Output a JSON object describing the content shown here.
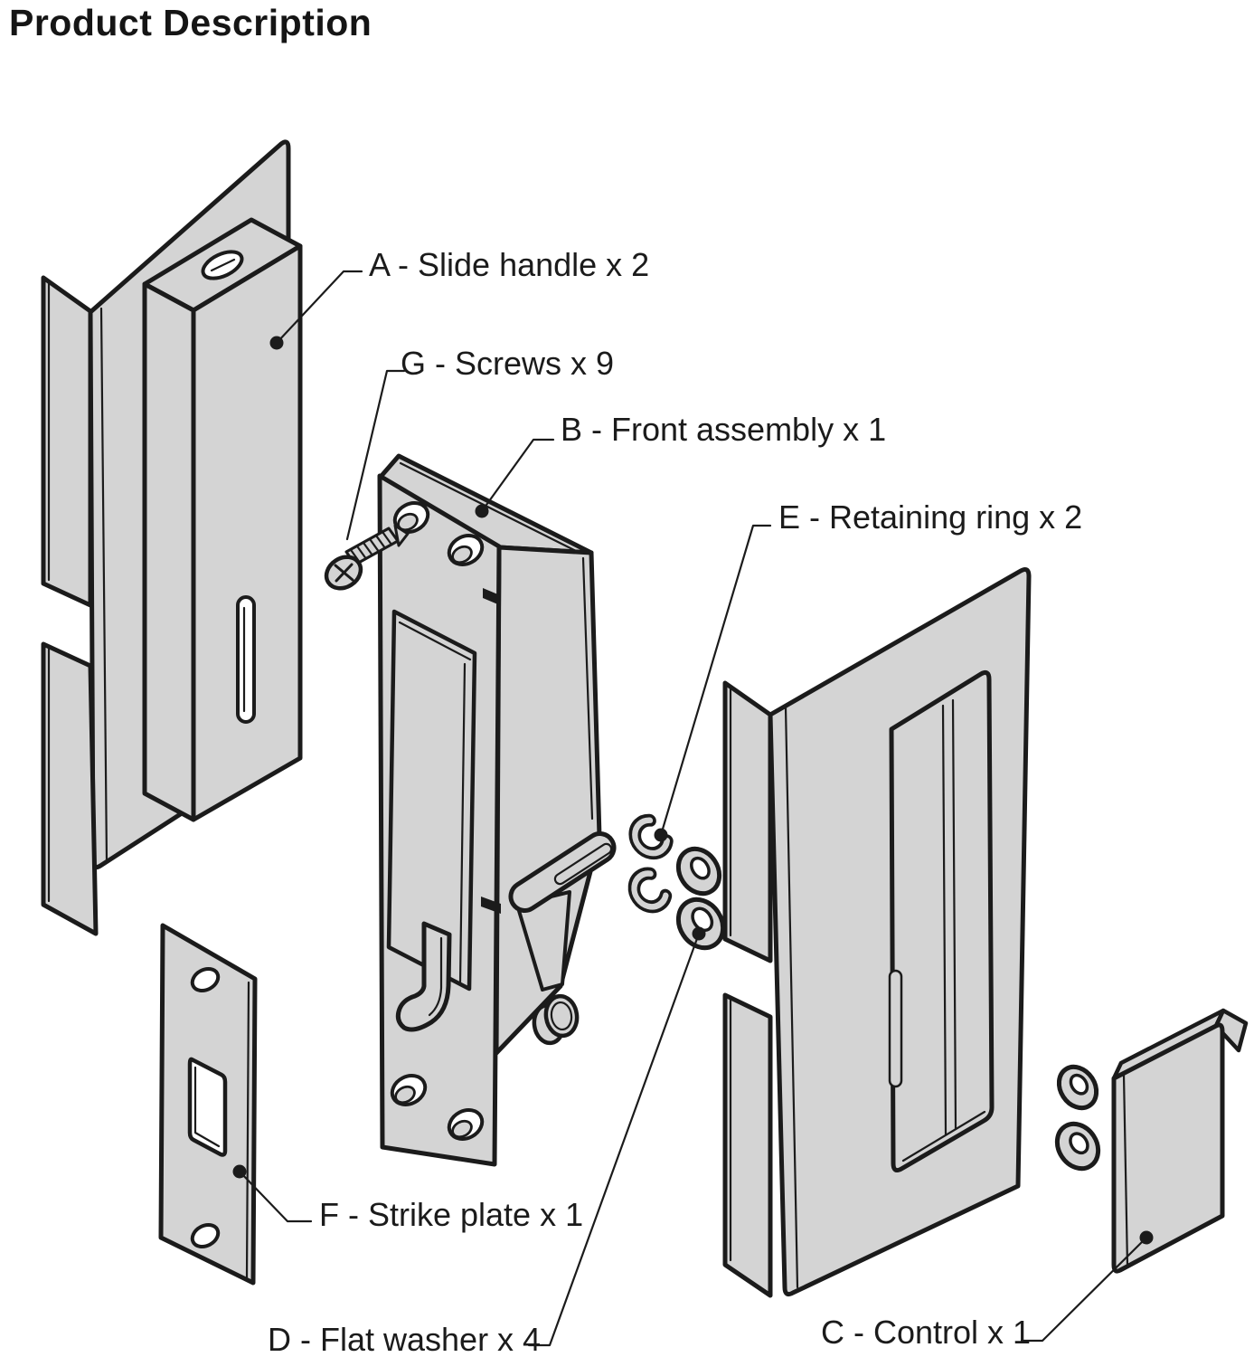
{
  "title": "Product Description",
  "diagram": {
    "type": "exploded-parts-diagram",
    "subject": "sliding door lock handle set",
    "colors": {
      "part_fill": "#d4d4d4",
      "outline": "#1b1b1b",
      "background": "#ffffff"
    },
    "parts": [
      {
        "id": "A",
        "name": "slide-handle",
        "qty": 2,
        "label": "A - Slide handle x 2"
      },
      {
        "id": "G",
        "name": "screws",
        "qty": 9,
        "label": "G - Screws x 9"
      },
      {
        "id": "B",
        "name": "front-assembly",
        "qty": 1,
        "label": "B - Front assembly x 1"
      },
      {
        "id": "E",
        "name": "retaining-ring",
        "qty": 2,
        "label": "E - Retaining ring x 2"
      },
      {
        "id": "F",
        "name": "strike-plate",
        "qty": 1,
        "label": "F - Strike plate x 1"
      },
      {
        "id": "D",
        "name": "flat-washer",
        "qty": 4,
        "label": "D - Flat washer x 4"
      },
      {
        "id": "C",
        "name": "control",
        "qty": 1,
        "label": "C - Control x 1"
      }
    ]
  }
}
